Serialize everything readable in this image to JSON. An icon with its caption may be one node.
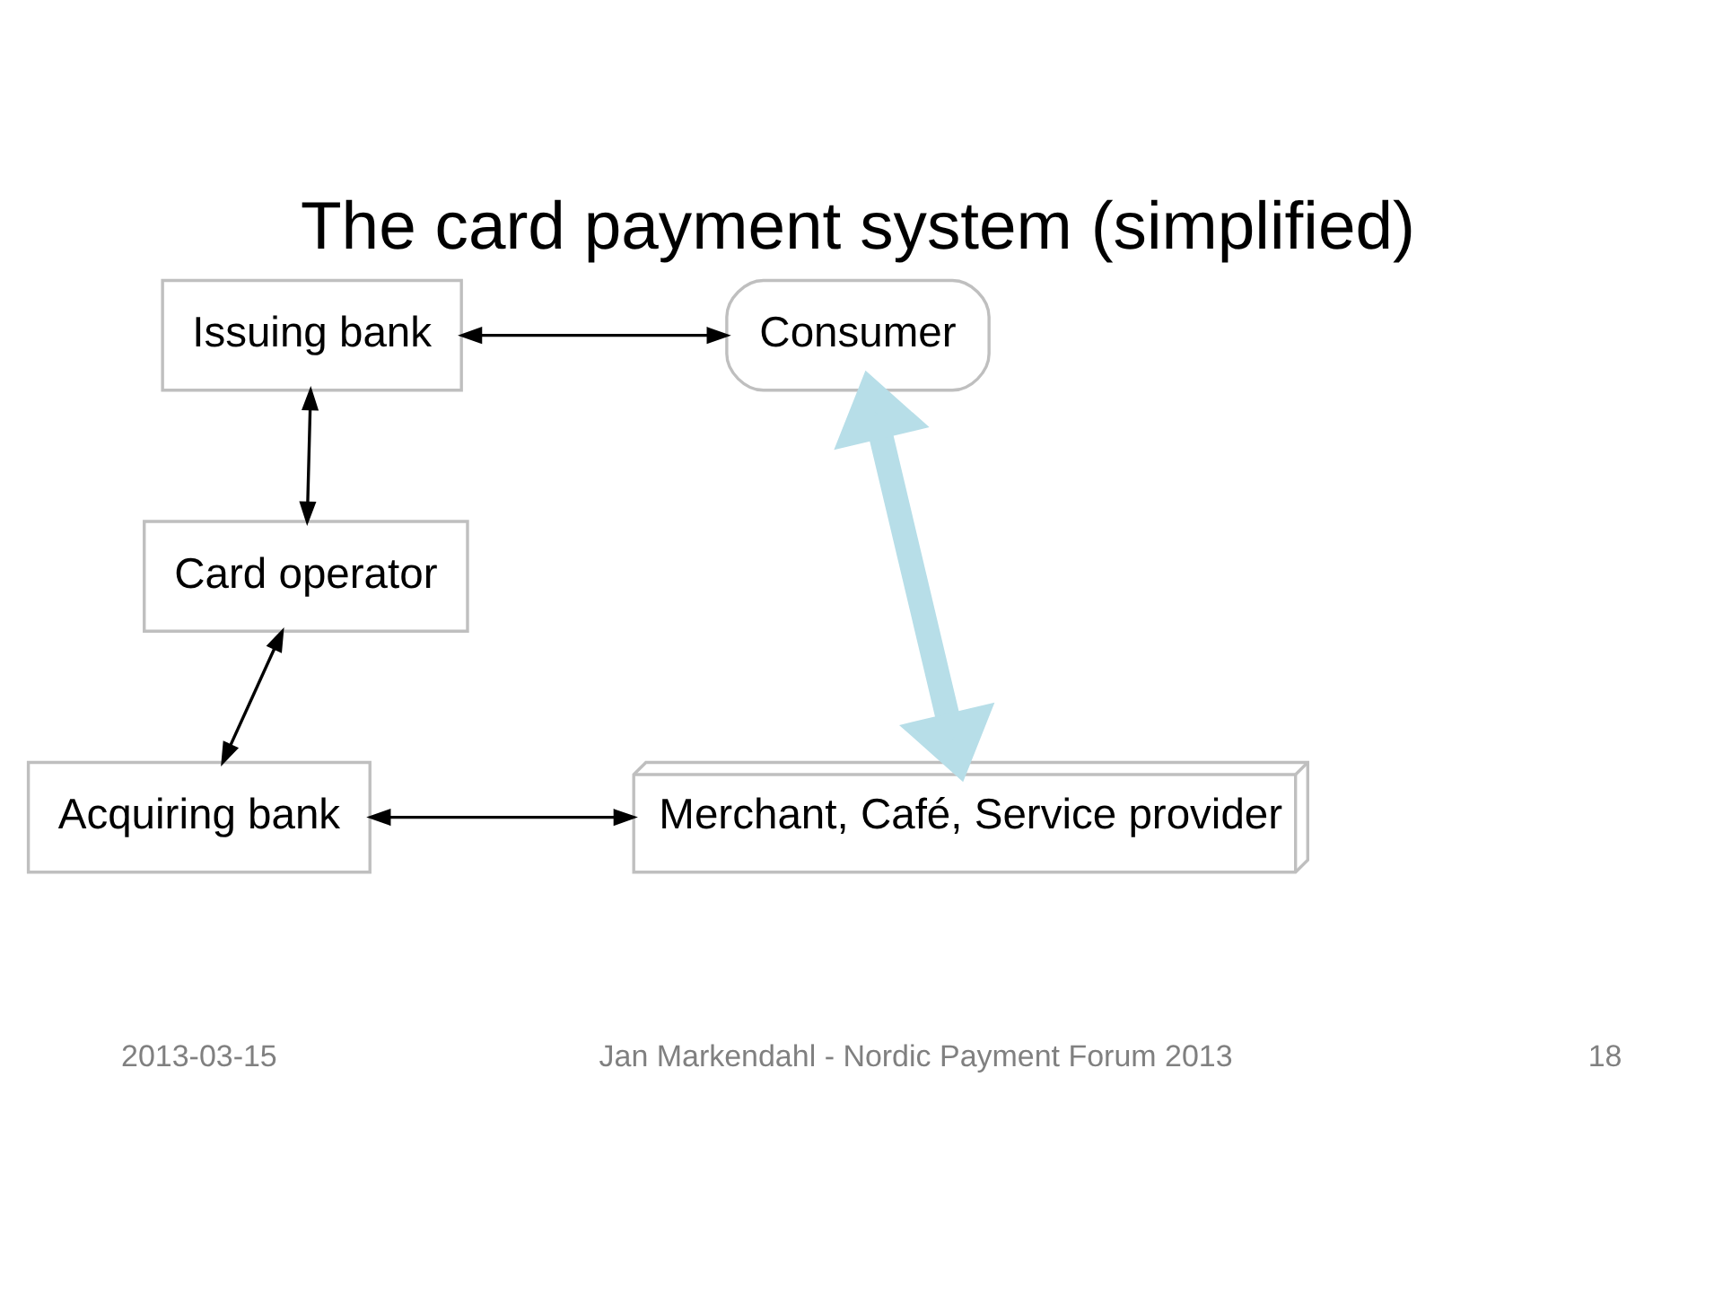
{
  "diagram": {
    "title": "The card payment system (simplified)",
    "nodes": [
      {
        "text": [
          "Issuing bank"
        ]
      },
      {
        "text": [
          "Consumer"
        ]
      },
      {
        "text": [
          "Card operator"
        ]
      },
      {
        "text": [
          "Acquiring bank"
        ]
      },
      {
        "text": [
          "Merchant, Café, Service provider"
        ]
      }
    ],
    "edges": [
      {
        "from": 0,
        "to": 1,
        "arrow": "both"
      },
      {
        "from": 0,
        "to": 2,
        "arrow": "both"
      },
      {
        "from": 2,
        "to": 3,
        "arrow": "both"
      },
      {
        "from": 3,
        "to": 4,
        "arrow": "both"
      },
      {
        "from": 1,
        "to": 4,
        "arrow": "both",
        "style": "thick",
        "color": "#b7dee8"
      }
    ],
    "labels": [
      "2013-03-15",
      "Jan Markendahl - Nordic Payment Forum 2013",
      "18"
    ]
  }
}
